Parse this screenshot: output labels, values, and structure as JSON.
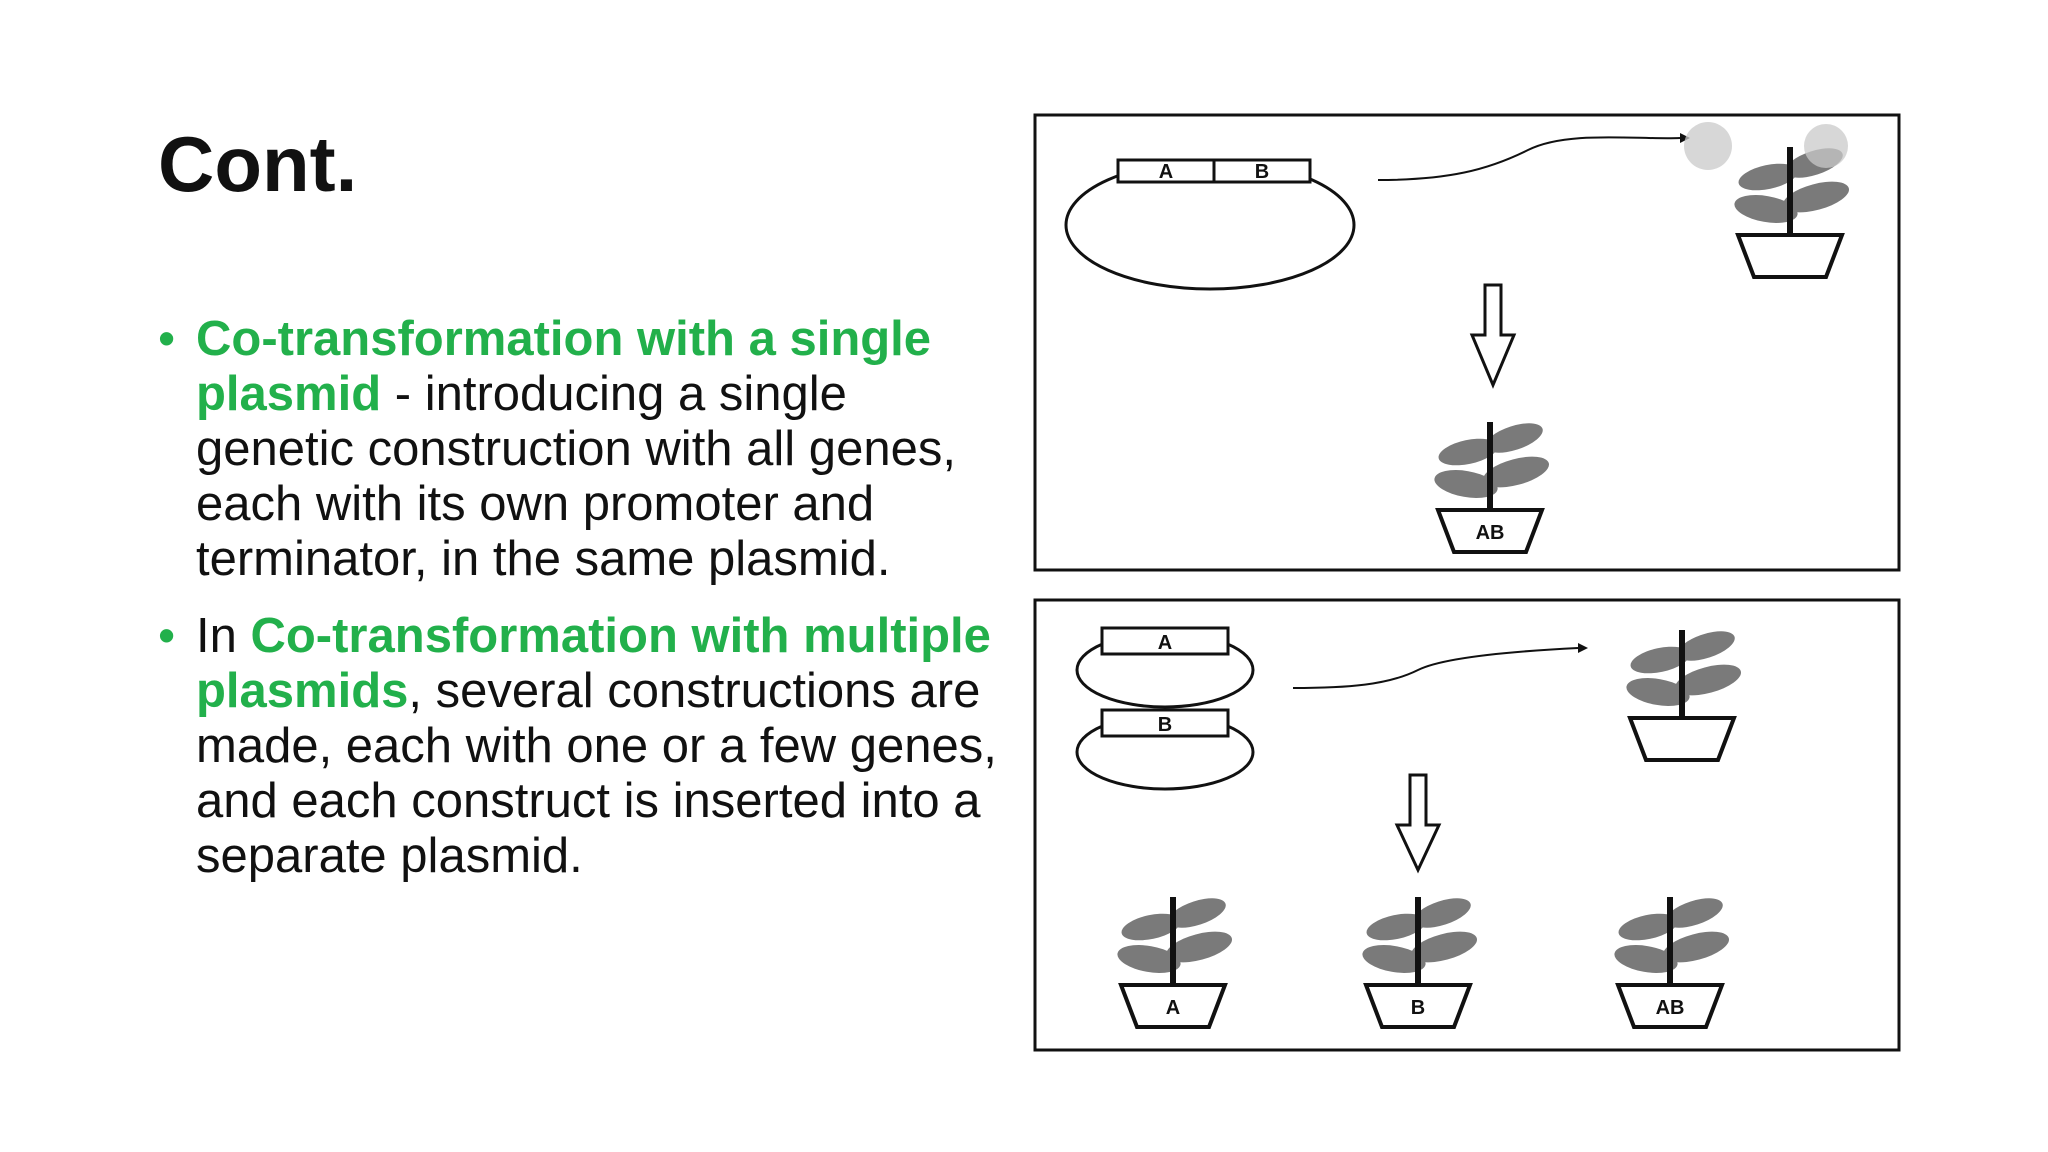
{
  "slide": {
    "title": "Cont.",
    "bullets": [
      {
        "highlight": "Co-transformation with a single plasmid",
        "rest": " - introducing a single genetic construction with all genes, each with its own promoter and terminator, in the same plasmid."
      },
      {
        "prefix": "In ",
        "highlight": "Co-transformation with multiple plasmids",
        "rest": ", several constructions are made, each with one or a few genes, and each construct is inserted into a separate plasmid."
      }
    ]
  },
  "figure": {
    "top_panel": {
      "plasmid_genes": [
        "A",
        "B"
      ],
      "result_pot_label": "AB"
    },
    "bottom_panel": {
      "plasmid_a_label": "A",
      "plasmid_b_label": "B",
      "result_pot_labels": [
        "A",
        "B",
        "AB"
      ]
    }
  },
  "colors": {
    "accent": "#22b04b",
    "text": "#111111",
    "leaf": "#7a7a7a"
  }
}
